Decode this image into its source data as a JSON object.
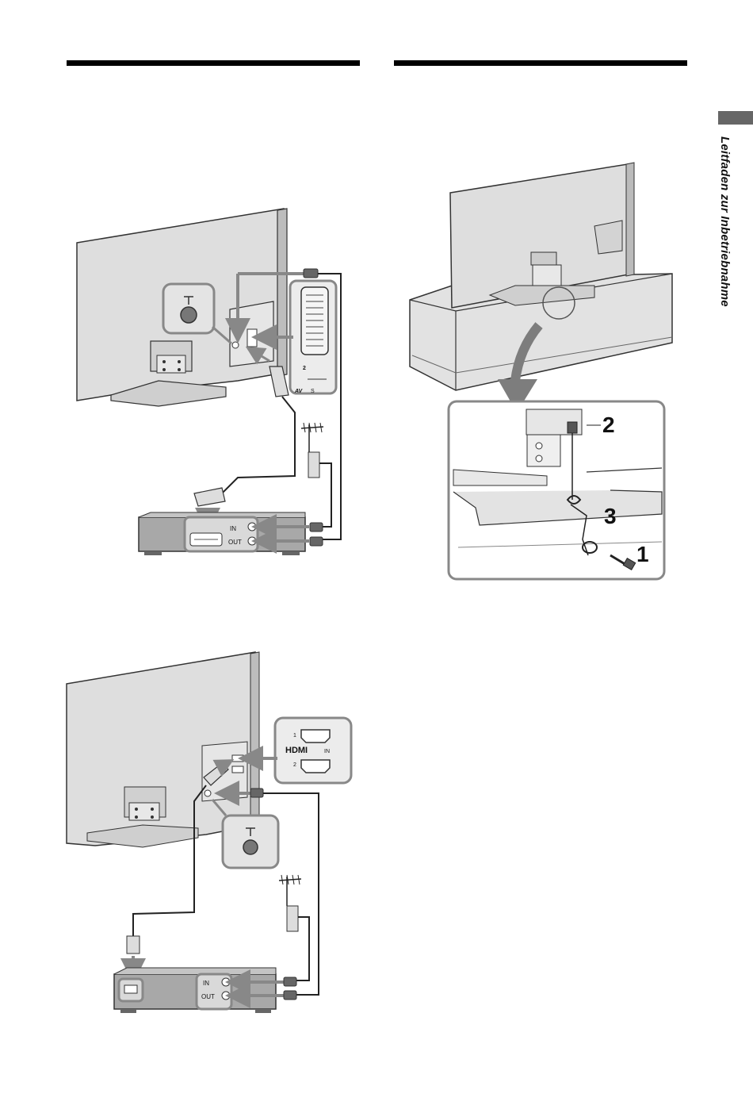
{
  "sidebar": {
    "section_title": "Leitfaden zur Inbetriebnahme"
  },
  "figure_top_left": {
    "scart_pin": "2",
    "av_label": "AV",
    "av_symbols": "S",
    "recorder_in": "IN",
    "recorder_out": "OUT"
  },
  "figure_bottom_left": {
    "hdmi_port_1": "1",
    "hdmi_port_2": "2",
    "hdmi_logo": "HDMI",
    "hdmi_in": "IN",
    "recorder_in": "IN",
    "recorder_out": "OUT"
  },
  "figure_right": {
    "step_1": "1",
    "step_2": "2",
    "step_3": "3"
  },
  "colors": {
    "panel_gray": "#d9d9d9",
    "dark_gray": "#8c8c8c",
    "outline": "#6d6d6d",
    "rule": "#000000"
  }
}
